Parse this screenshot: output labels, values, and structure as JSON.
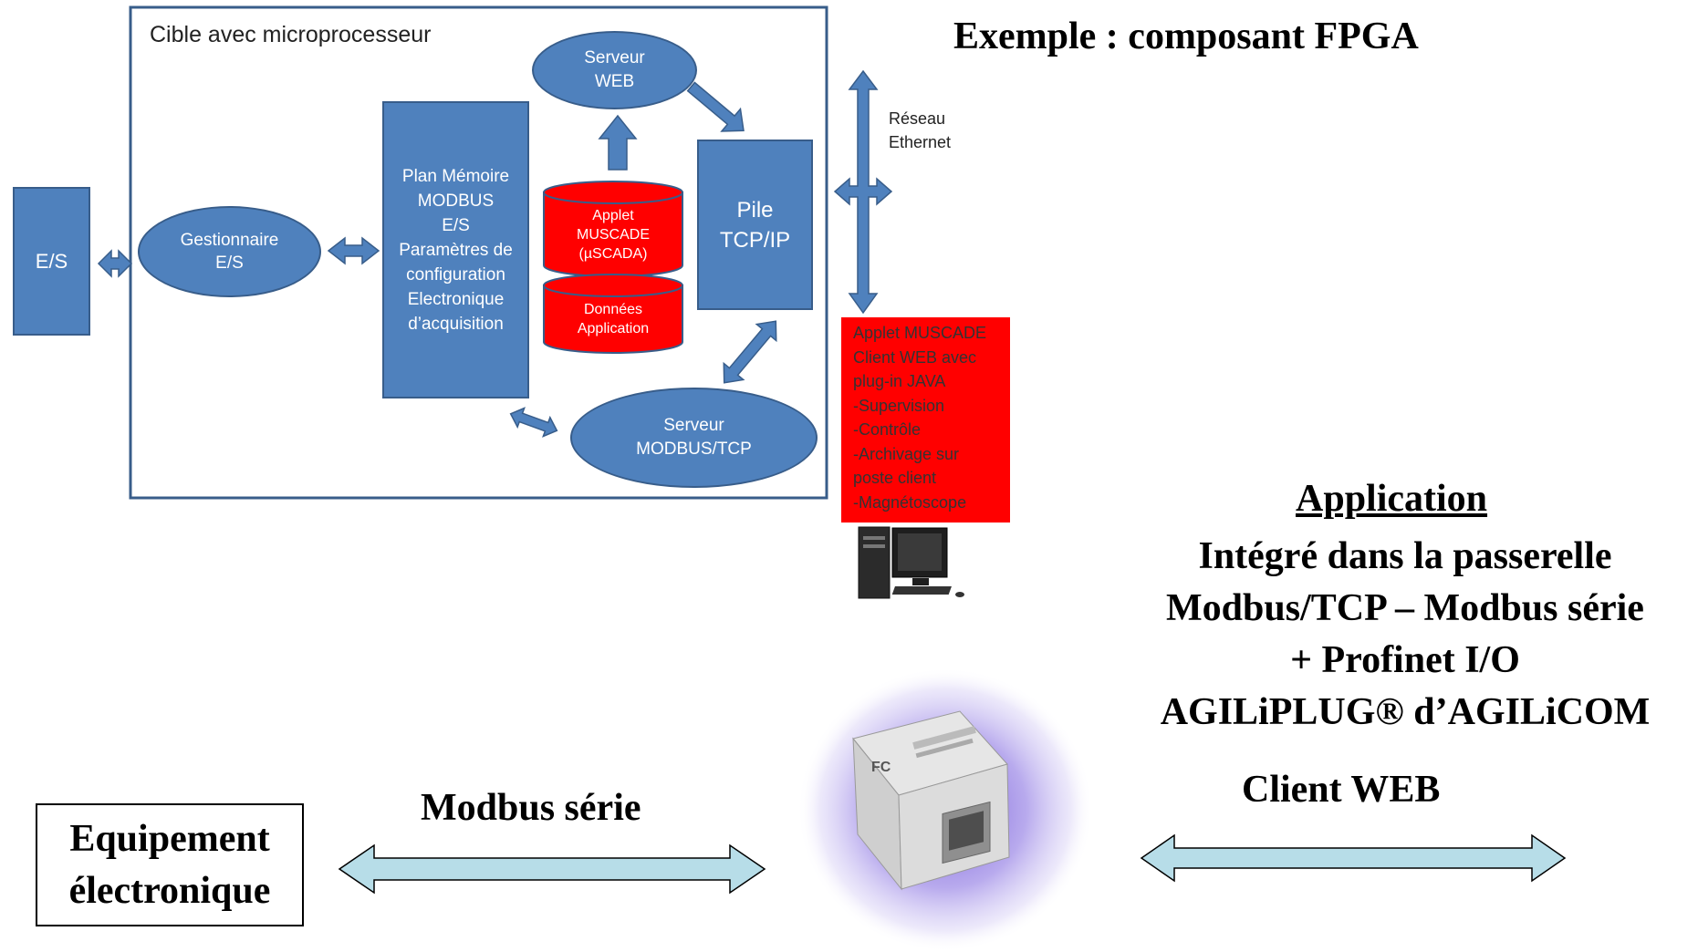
{
  "top_title": "Exemple : composant FPGA",
  "cible": {
    "label": "Cible avec microprocesseur",
    "es": "E/S",
    "gestionnaire": "Gestionnaire\nE/S",
    "plan_memoire": "Plan Mémoire\nMODBUS\nE/S\nParamètres de\nconfiguration\nElectronique\nd’acquisition",
    "serveur_web": "Serveur\nWEB",
    "applet_cyl": "Applet\nMUSCADE\n(µSCADA)",
    "donnees_cyl": "Données\nApplication",
    "pile": "Pile\nTCP/IP",
    "serveur_modbus": "Serveur\nMODBUS/TCP",
    "reseau": "Réseau\nEthernet"
  },
  "red_box": "Applet MUSCADE\nClient WEB avec\nplug-in JAVA\n-Supervision\n-Contrôle\n-Archivage sur\nposte client\n-Magnétoscope",
  "application": {
    "heading": "Application",
    "lines": "Intégré dans la passerelle\nModbus/TCP – Modbus série\n+ Profinet I/O\nAGILiPLUG® d’AGILiCOM"
  },
  "client_web": "Client WEB",
  "modbus_serie": "Modbus série",
  "equipement": "Equipement\nélectronique",
  "device_print": "FC",
  "colors": {
    "box_fill": "#4f81bd",
    "box_border": "#385d8a",
    "red": "#ff0000",
    "teal_arrow": "#b7dde8"
  }
}
